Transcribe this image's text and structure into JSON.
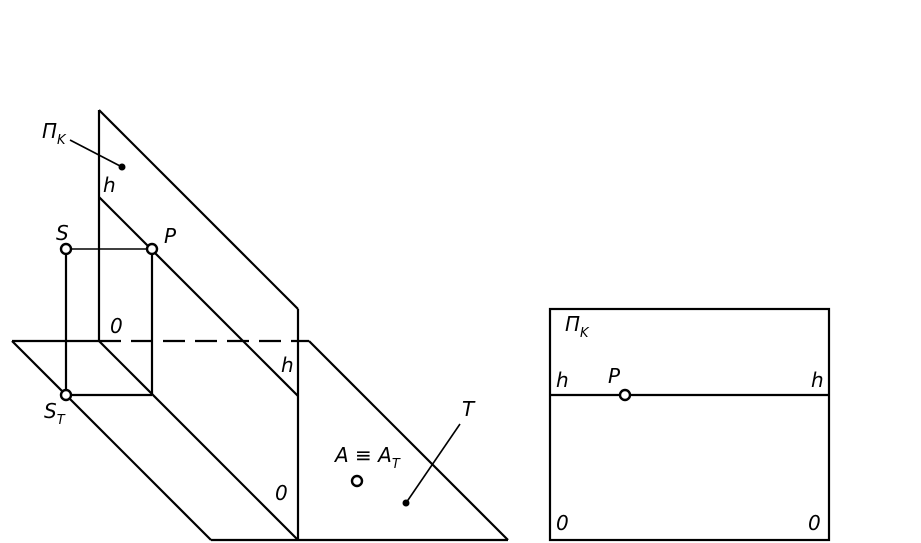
{
  "axonometric_view": {
    "plane_k": {
      "main": "П",
      "sub": "K"
    },
    "h_upper": "h",
    "h_lower": "h",
    "point_s": "S",
    "point_p": "P",
    "origin_upper": "0",
    "origin_lower": "0",
    "point_st": {
      "main": "S",
      "sub": "T"
    },
    "plane_t": "T",
    "point_a": {
      "main": "A ≡ A",
      "sub": "T"
    }
  },
  "plane_view": {
    "plane_k": {
      "main": "П",
      "sub": "K"
    },
    "h_left": "h",
    "h_right": "h",
    "point_p": "P",
    "origin_left": "0",
    "origin_right": "0"
  }
}
